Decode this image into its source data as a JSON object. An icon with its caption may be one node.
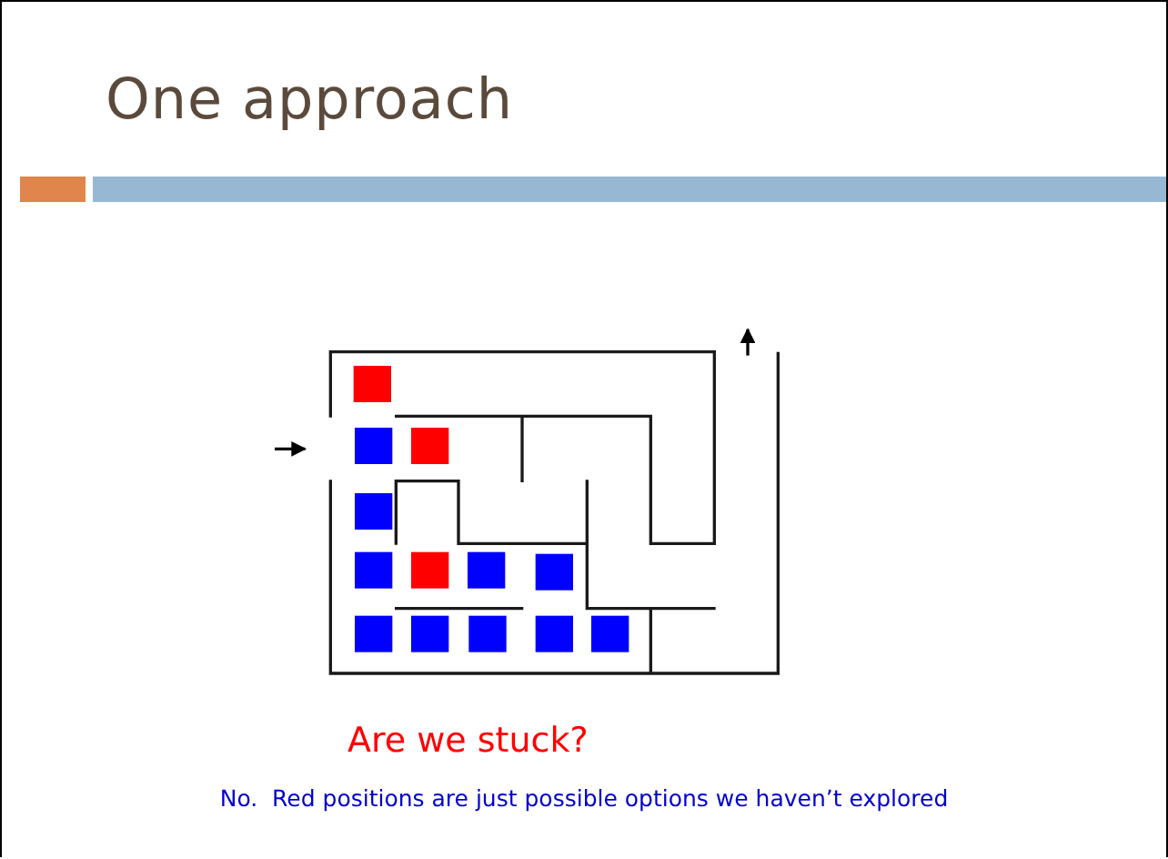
{
  "diagram": {
    "title": "One approach",
    "labels": [
      "Are we stuck?",
      "No.  Red positions are just possible options we haven’t explored"
    ]
  }
}
